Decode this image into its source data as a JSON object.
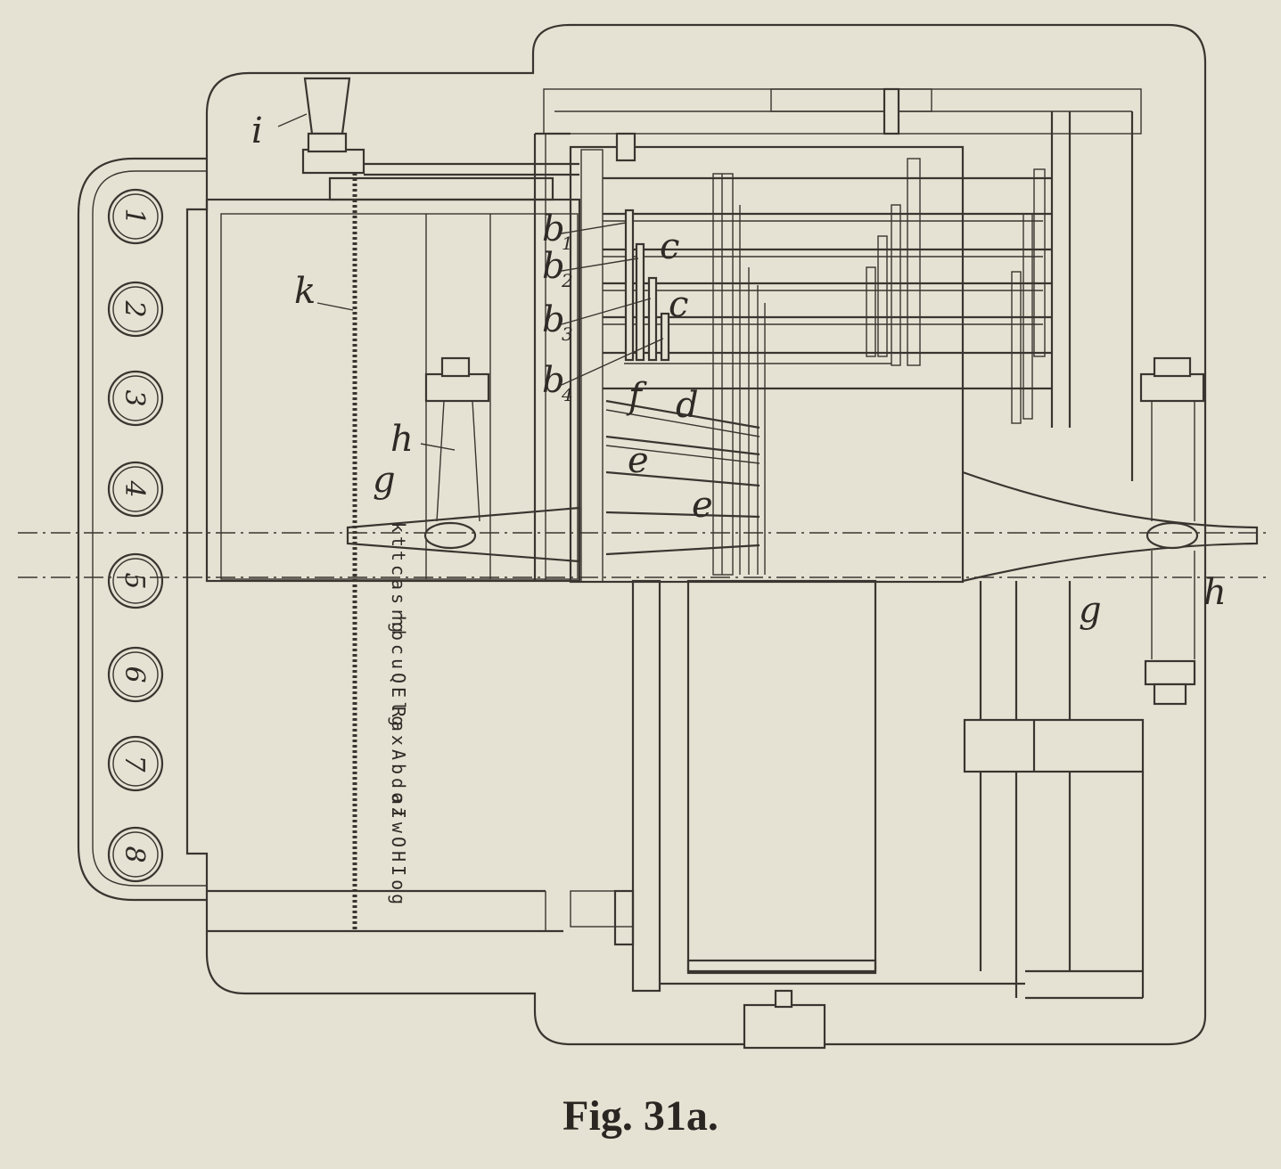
{
  "caption": "Fig. 31a.",
  "keys": [
    "1",
    "2",
    "3",
    "4",
    "5",
    "6",
    "7",
    "8"
  ],
  "type_columns": [
    "hbcuQElg",
    "RaxAbdoz",
    "aIwOHIog"
  ],
  "type_column_upper": "kttcasrg",
  "labels": {
    "i": "i",
    "k": "k",
    "b": "b",
    "c": "c",
    "d": "d",
    "f": "f",
    "g": "g",
    "h": "h",
    "e": "e",
    "sub1": "1",
    "sub2": "2",
    "sub3": "3",
    "sub4": "4"
  }
}
